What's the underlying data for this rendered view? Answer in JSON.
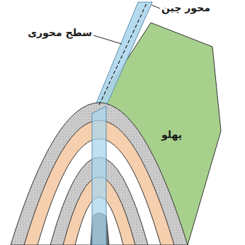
{
  "diagram": {
    "labels": [
      "محور چین",
      "سطح محوری",
      "پهلو"
    ]
  }
}
